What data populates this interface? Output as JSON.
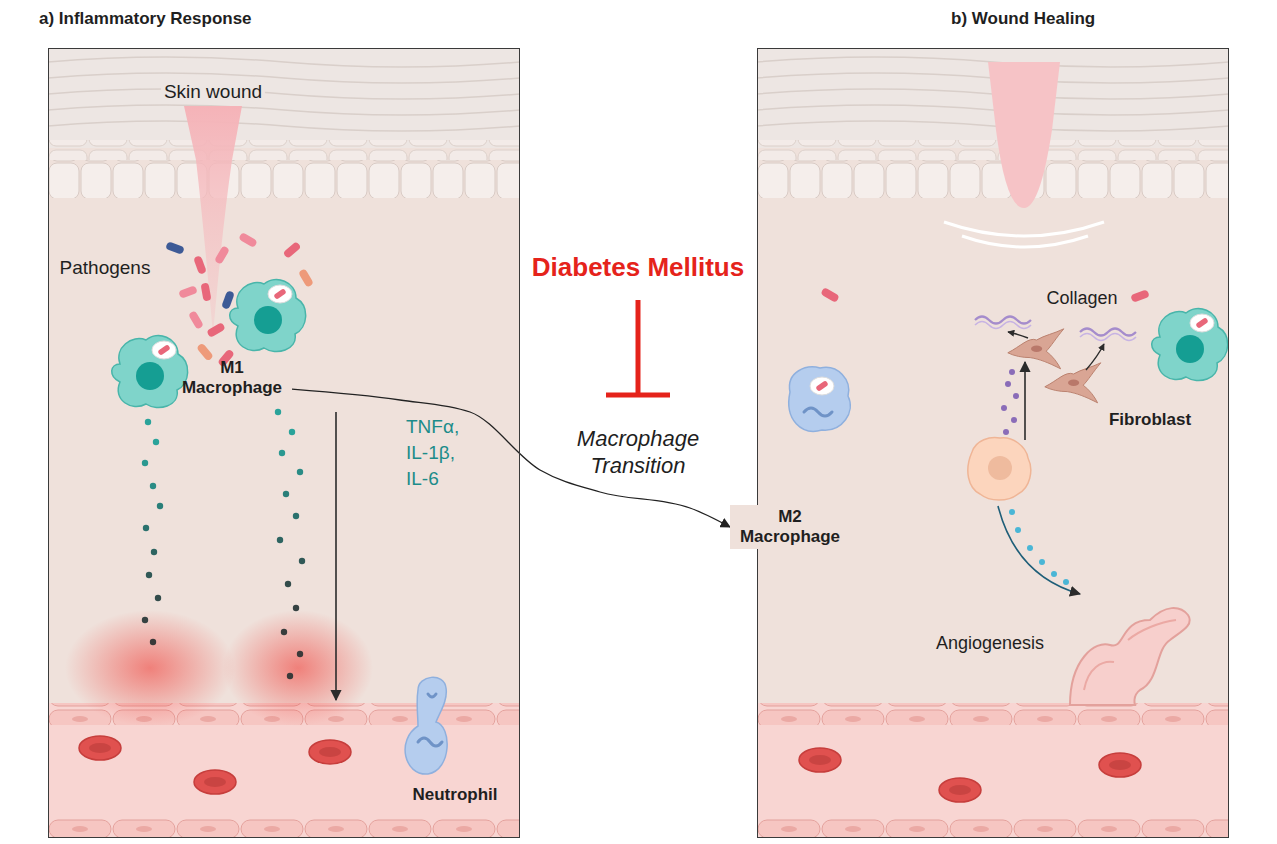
{
  "diagram": {
    "nodes": [
      {
        "text": [
          "a) Inflammatory Response"
        ]
      },
      {
        "text": [
          "b) Wound Healing"
        ]
      },
      {
        "text": [
          "M1 Macrophage"
        ],
        "in": 0
      },
      {
        "text": [
          "M2 Macrophage"
        ],
        "in": 1
      }
    ],
    "edges": [
      {
        "from": 2,
        "to": 3,
        "arrow": "to",
        "label": "Macrophage Transition"
      }
    ],
    "labels": [
      "Skin wound",
      "Pathogens",
      "TNFα, IL-1β, IL-6",
      "Neutrophil",
      "Diabetes Mellitus",
      "Collagen",
      "Fibroblast",
      "Angiogenesis"
    ]
  }
}
